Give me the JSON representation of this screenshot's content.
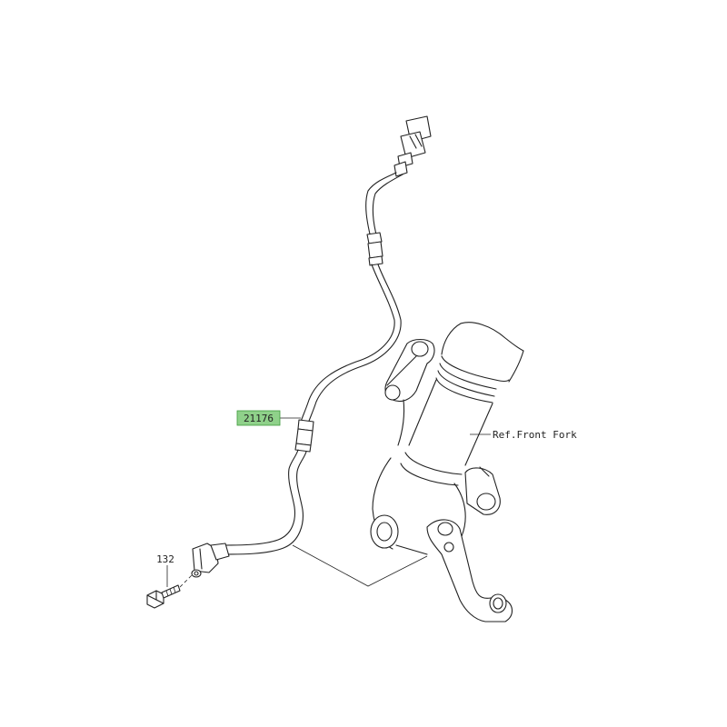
{
  "labels": {
    "sensor_part_number": "21176",
    "bolt_part_number": "132",
    "fork_reference": "Ref.Front Fork"
  },
  "colors": {
    "highlight_fill": "#8fd18a",
    "highlight_border": "#3d9a3a",
    "line": "#222222"
  }
}
